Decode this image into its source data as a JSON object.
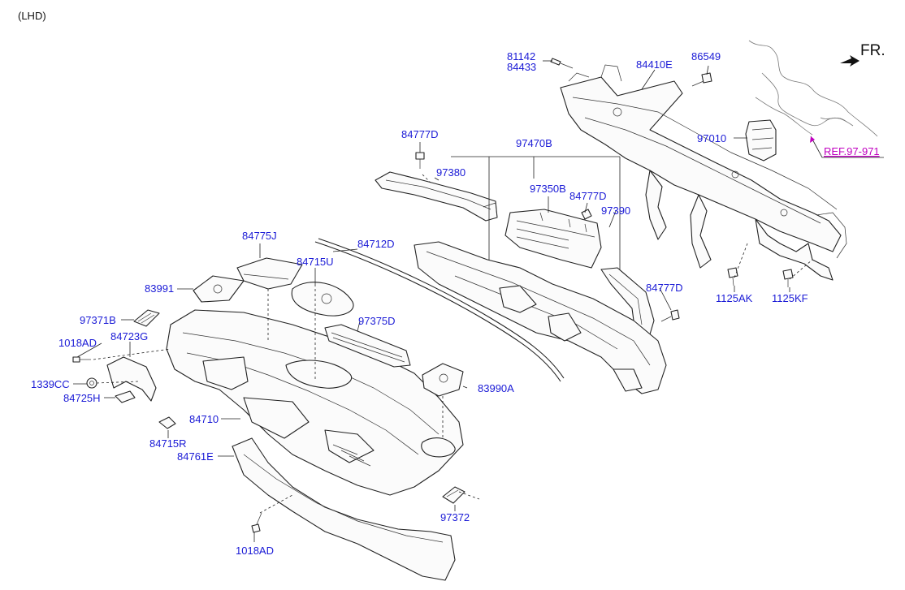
{
  "diagram": {
    "drive_side": "(LHD)",
    "direction": "FR.",
    "reference_link": "REF.97-971",
    "part_labels": {
      "p81142": "81142",
      "p84433": "84433",
      "p84410E": "84410E",
      "p86549": "86549",
      "p97010": "97010",
      "p84777D_a": "84777D",
      "p97470B": "97470B",
      "p97380": "97380",
      "p97350B": "97350B",
      "p84777D_b": "84777D",
      "p97390": "97390",
      "p84775J": "84775J",
      "p84712D": "84712D",
      "p84715U": "84715U",
      "p83991": "83991",
      "p97371B": "97371B",
      "p97375D": "97375D",
      "p1018AD_a": "1018AD",
      "p84723G": "84723G",
      "p1339CC": "1339CC",
      "p84725H": "84725H",
      "p84777D_c": "84777D",
      "p1125AK": "1125AK",
      "p1125KF": "1125KF",
      "p83990A": "83990A",
      "p84710": "84710",
      "p84715R": "84715R",
      "p84761E": "84761E",
      "p97372": "97372",
      "p1018AD_b": "1018AD"
    },
    "colors": {
      "label": "#1a1ad6",
      "reference": "#c000c0",
      "lines": "#222222"
    }
  }
}
